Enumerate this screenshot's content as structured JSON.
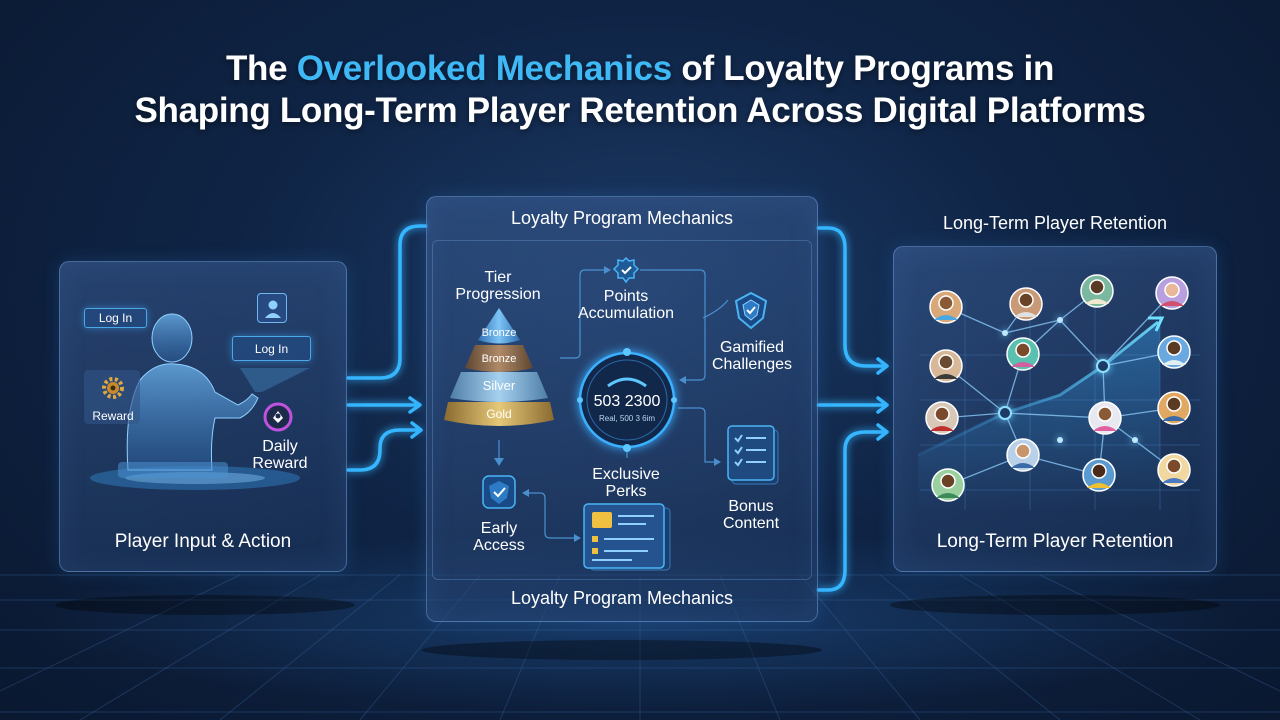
{
  "title": {
    "pre": "The ",
    "highlight": "Overlooked Mechanics",
    "post": " of Loyalty Programs in",
    "line2": "Shaping Long-Term Player Retention Across Digital Platforms"
  },
  "colors": {
    "accent": "#3fb9f5",
    "background": "#0f2445",
    "panel_border": "#78aae6",
    "gold": "#c9a95a",
    "silver": "#8fb8d8",
    "bronze": "#a07a5a"
  },
  "left_panel": {
    "login_chip_1": "Log In",
    "login_chip_2": "Log In",
    "reward_label": "Reward",
    "daily_reward": "Daily\nReward",
    "caption": "Player Input & Action"
  },
  "middle_panel": {
    "heading_top": "Loyalty Program Mechanics",
    "heading_bottom": "Loyalty Program Mechanics",
    "tier_progression": "Tier\nProgression",
    "tiers": [
      "Bronze",
      "Bronze",
      "Silver",
      "Gold"
    ],
    "points_accumulation": "Points\nAccumulation",
    "gamified_challenges": "Gamified\nChallenges",
    "points_value": "503 2300",
    "points_sub": "Real, 500 3 6im",
    "exclusive_perks": "Exclusive\nPerks",
    "early_access": "Early\nAccess",
    "bonus_content": "Bonus\nContent"
  },
  "right_panel": {
    "heading": "Long-Term Player Retention",
    "caption": "Long-Term Player Retention"
  },
  "icons": [
    "user-icon",
    "gear-icon",
    "daily-reward-icon",
    "badge-icon",
    "shield-icon",
    "checklist-icon",
    "perk-cards-icon",
    "trend-arrow-icon"
  ]
}
